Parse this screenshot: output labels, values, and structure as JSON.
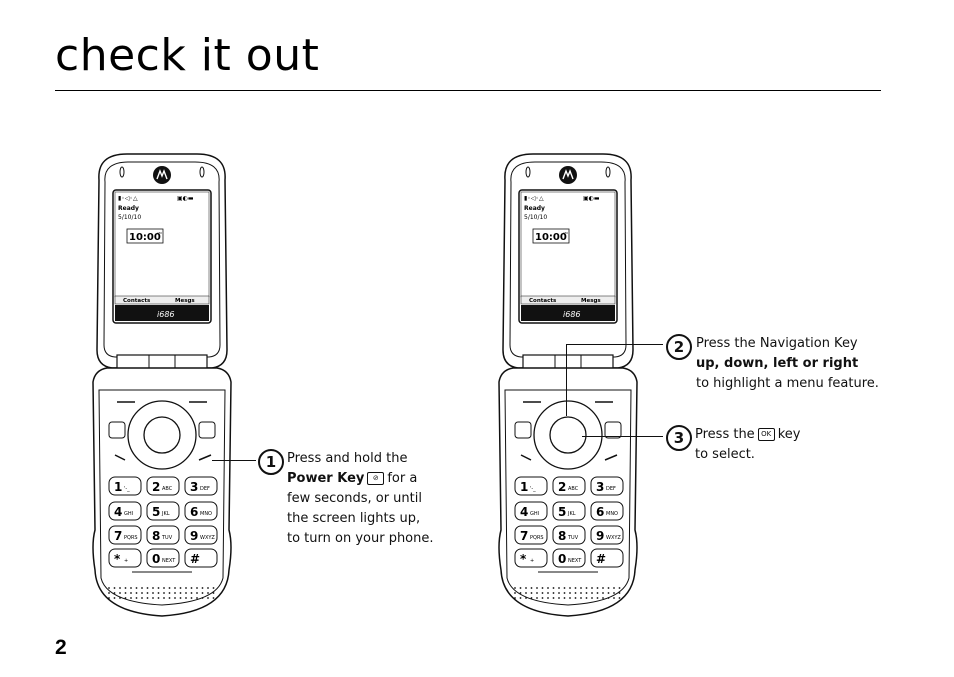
{
  "page": {
    "title": "check it out",
    "page_number": "2"
  },
  "phone_screen": {
    "status": "Ready",
    "date": "5/10/10",
    "clock": "10:00",
    "clock_suffix": "AM",
    "softkey_left": "Contacts",
    "softkey_right": "Mesgs",
    "model": "i686"
  },
  "callouts": [
    {
      "number": "1",
      "lines": [
        "Press and hold the",
        "Power Key",
        "for a",
        "few seconds, or until",
        "the screen lights up,",
        "to turn on your phone."
      ]
    },
    {
      "number": "2",
      "lines": [
        "Press the Navigation Key",
        "up, down, left or right",
        "to highlight a menu feature."
      ]
    },
    {
      "number": "3",
      "lines": [
        "Press the",
        "key",
        "to select."
      ],
      "key_label": "OK"
    }
  ],
  "keypad": [
    {
      "digit": "1",
      "letters": "'-_"
    },
    {
      "digit": "2",
      "letters": "ABC"
    },
    {
      "digit": "3",
      "letters": "DEF"
    },
    {
      "digit": "4",
      "letters": "GHI"
    },
    {
      "digit": "5",
      "letters": "JKL"
    },
    {
      "digit": "6",
      "letters": "MNO"
    },
    {
      "digit": "7",
      "letters": "PQRS"
    },
    {
      "digit": "8",
      "letters": "TUV"
    },
    {
      "digit": "9",
      "letters": "WXYZ"
    },
    {
      "digit": "*",
      "letters": "+"
    },
    {
      "digit": "0",
      "letters": "NEXT"
    },
    {
      "digit": "#",
      "letters": ""
    }
  ]
}
